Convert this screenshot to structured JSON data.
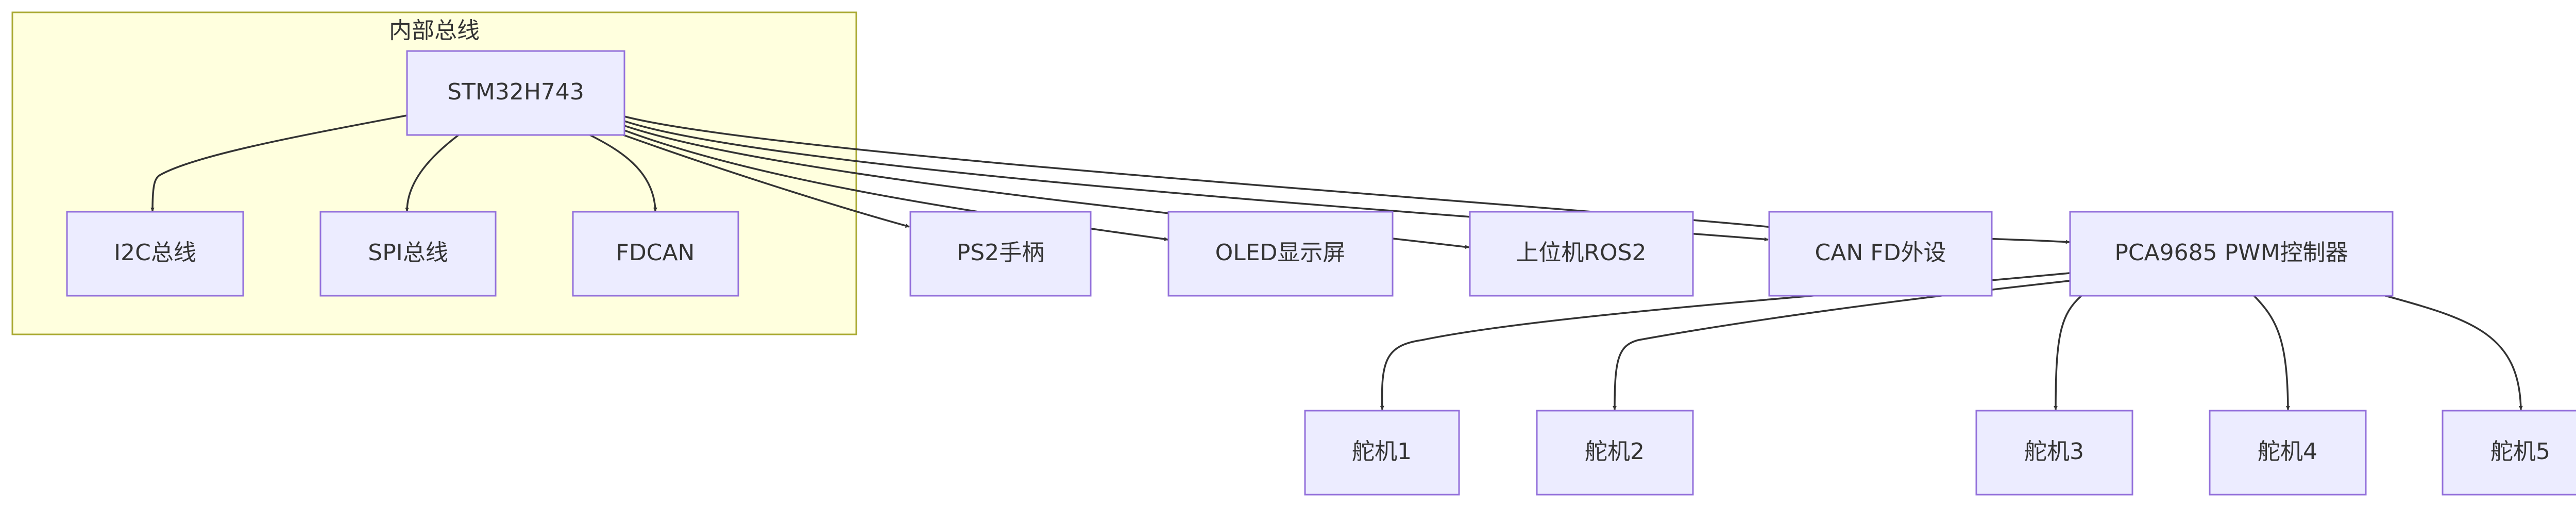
{
  "diagram": {
    "type": "flowchart",
    "cluster": {
      "label": "内部总线"
    },
    "nodes": {
      "stm": "STM32H743",
      "i2c": "I2C总线",
      "spi": "SPI总线",
      "fdcan": "FDCAN",
      "ps2": "PS2手柄",
      "oled": "OLED显示屏",
      "ros": "上位机ROS2",
      "can": "CAN FD外设",
      "pca": "PCA9685 PWM控制器",
      "s1": "舵机1",
      "s2": "舵机2",
      "s3": "舵机3",
      "s4": "舵机4",
      "s5": "舵机5"
    },
    "edges": [
      [
        "stm",
        "i2c"
      ],
      [
        "stm",
        "spi"
      ],
      [
        "stm",
        "fdcan"
      ],
      [
        "stm",
        "ps2"
      ],
      [
        "stm",
        "oled"
      ],
      [
        "stm",
        "ros"
      ],
      [
        "stm",
        "can"
      ],
      [
        "stm",
        "pca"
      ],
      [
        "pca",
        "s1"
      ],
      [
        "pca",
        "s2"
      ],
      [
        "pca",
        "s3"
      ],
      [
        "pca",
        "s4"
      ],
      [
        "pca",
        "s5"
      ]
    ]
  }
}
